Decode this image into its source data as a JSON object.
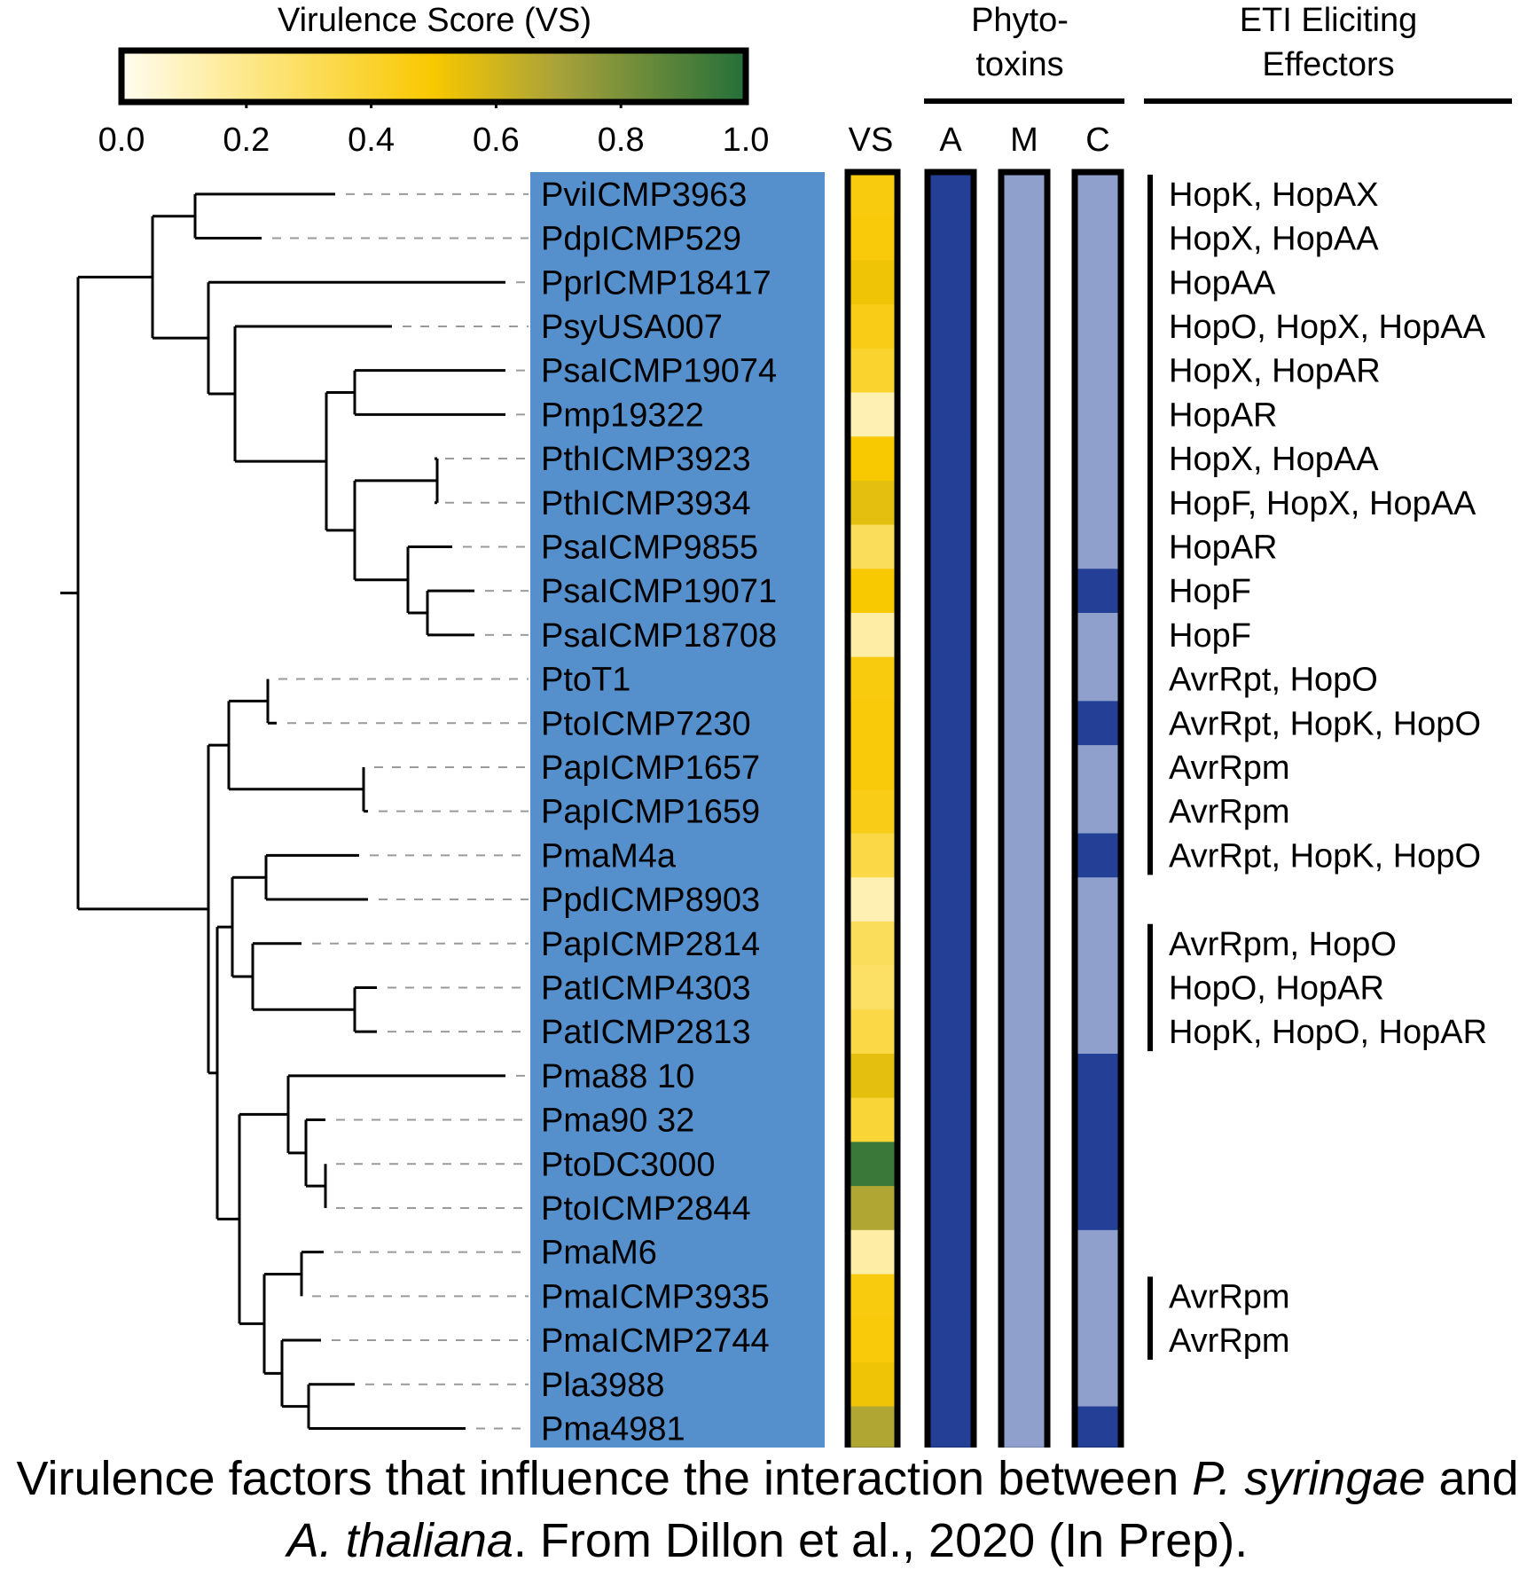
{
  "colorbar": {
    "title": "Virulence Score (VS)",
    "ticks": [
      "0.0",
      "0.2",
      "0.4",
      "0.6",
      "0.8",
      "1.0"
    ],
    "stops": [
      {
        "v": 0.0,
        "color": "#fffdf0"
      },
      {
        "v": 0.2,
        "color": "#fde88a"
      },
      {
        "v": 0.5,
        "color": "#f8c800"
      },
      {
        "v": 0.7,
        "color": "#a8a23a"
      },
      {
        "v": 1.0,
        "color": "#24703a"
      }
    ]
  },
  "headers": {
    "phytotoxins_line1": "Phyto-",
    "phytotoxins_line2": "toxins",
    "eti_line1": "ETI Eliciting",
    "eti_line2": "Effectors",
    "col_vs": "VS",
    "col_a": "A",
    "col_m": "M",
    "col_c": "C"
  },
  "colors": {
    "label_panel": "#5590cc",
    "present": "#233f96",
    "absent": "#8fa0cc"
  },
  "strains": [
    {
      "name": "PviICMP3963",
      "vs": 0.47,
      "a": 1,
      "m": 0,
      "c": 0,
      "effectors": "HopK, HopAX"
    },
    {
      "name": "PdpICMP529",
      "vs": 0.48,
      "a": 1,
      "m": 0,
      "c": 0,
      "effectors": "HopX, HopAA"
    },
    {
      "name": "PprICMP18417",
      "vs": 0.52,
      "a": 1,
      "m": 0,
      "c": 0,
      "effectors": "HopAA"
    },
    {
      "name": "PsyUSA007",
      "vs": 0.45,
      "a": 1,
      "m": 0,
      "c": 0,
      "effectors": "HopO, HopX, HopAA"
    },
    {
      "name": "PsaICMP19074",
      "vs": 0.4,
      "a": 1,
      "m": 0,
      "c": 0,
      "effectors": "HopX, HopAR"
    },
    {
      "name": "Pmp19322",
      "vs": 0.12,
      "a": 1,
      "m": 0,
      "c": 0,
      "effectors": "HopAR"
    },
    {
      "name": "PthICMP3923",
      "vs": 0.5,
      "a": 1,
      "m": 0,
      "c": 0,
      "effectors": "HopX, HopAA"
    },
    {
      "name": "PthICMP3934",
      "vs": 0.55,
      "a": 1,
      "m": 0,
      "c": 0,
      "effectors": "HopF, HopX, HopAA"
    },
    {
      "name": "PsaICMP9855",
      "vs": 0.3,
      "a": 1,
      "m": 0,
      "c": 0,
      "effectors": "HopAR"
    },
    {
      "name": "PsaICMP19071",
      "vs": 0.5,
      "a": 1,
      "m": 0,
      "c": 1,
      "effectors": "HopF"
    },
    {
      "name": "PsaICMP18708",
      "vs": 0.15,
      "a": 1,
      "m": 0,
      "c": 0,
      "effectors": "HopF"
    },
    {
      "name": "PtoT1",
      "vs": 0.47,
      "a": 1,
      "m": 0,
      "c": 0,
      "effectors": "AvrRpt, HopO"
    },
    {
      "name": "PtoICMP7230",
      "vs": 0.48,
      "a": 1,
      "m": 0,
      "c": 1,
      "effectors": "AvrRpt, HopK, HopO"
    },
    {
      "name": "PapICMP1657",
      "vs": 0.48,
      "a": 1,
      "m": 0,
      "c": 0,
      "effectors": "AvrRpm"
    },
    {
      "name": "PapICMP1659",
      "vs": 0.45,
      "a": 1,
      "m": 0,
      "c": 0,
      "effectors": "AvrRpm"
    },
    {
      "name": "PmaM4a",
      "vs": 0.35,
      "a": 1,
      "m": 0,
      "c": 1,
      "effectors": "AvrRpt, HopK, HopO"
    },
    {
      "name": "PpdICMP8903",
      "vs": 0.12,
      "a": 1,
      "m": 0,
      "c": 0,
      "effectors": ""
    },
    {
      "name": "PapICMP2814",
      "vs": 0.3,
      "a": 1,
      "m": 0,
      "c": 0,
      "effectors": "AvrRpm, HopO"
    },
    {
      "name": "PatICMP4303",
      "vs": 0.28,
      "a": 1,
      "m": 0,
      "c": 0,
      "effectors": "HopO, HopAR"
    },
    {
      "name": "PatICMP2813",
      "vs": 0.35,
      "a": 1,
      "m": 0,
      "c": 0,
      "effectors": "HopK, HopO, HopAR"
    },
    {
      "name": "Pma88 10",
      "vs": 0.55,
      "a": 1,
      "m": 0,
      "c": 1,
      "effectors": ""
    },
    {
      "name": "Pma90 32",
      "vs": 0.38,
      "a": 1,
      "m": 0,
      "c": 1,
      "effectors": ""
    },
    {
      "name": "PtoDC3000",
      "vs": 0.95,
      "a": 1,
      "m": 0,
      "c": 1,
      "effectors": ""
    },
    {
      "name": "PtoICMP2844",
      "vs": 0.68,
      "a": 1,
      "m": 0,
      "c": 1,
      "effectors": ""
    },
    {
      "name": "PmaM6",
      "vs": 0.15,
      "a": 1,
      "m": 0,
      "c": 0,
      "effectors": ""
    },
    {
      "name": "PmaICMP3935",
      "vs": 0.47,
      "a": 1,
      "m": 0,
      "c": 0,
      "effectors": "AvrRpm"
    },
    {
      "name": "PmaICMP2744",
      "vs": 0.48,
      "a": 1,
      "m": 0,
      "c": 0,
      "effectors": "AvrRpm"
    },
    {
      "name": "Pla3988",
      "vs": 0.52,
      "a": 1,
      "m": 0,
      "c": 0,
      "effectors": ""
    },
    {
      "name": "Pma4981",
      "vs": 0.68,
      "a": 1,
      "m": 0,
      "c": 1,
      "effectors": ""
    }
  ],
  "caption": {
    "p1": "Virulence factors that influence the interaction between ",
    "p2": "P. syringae",
    "p3": " and ",
    "p4": "A. thaliana",
    "p5": ". From Dillon et al., 2020 (In Prep)."
  }
}
